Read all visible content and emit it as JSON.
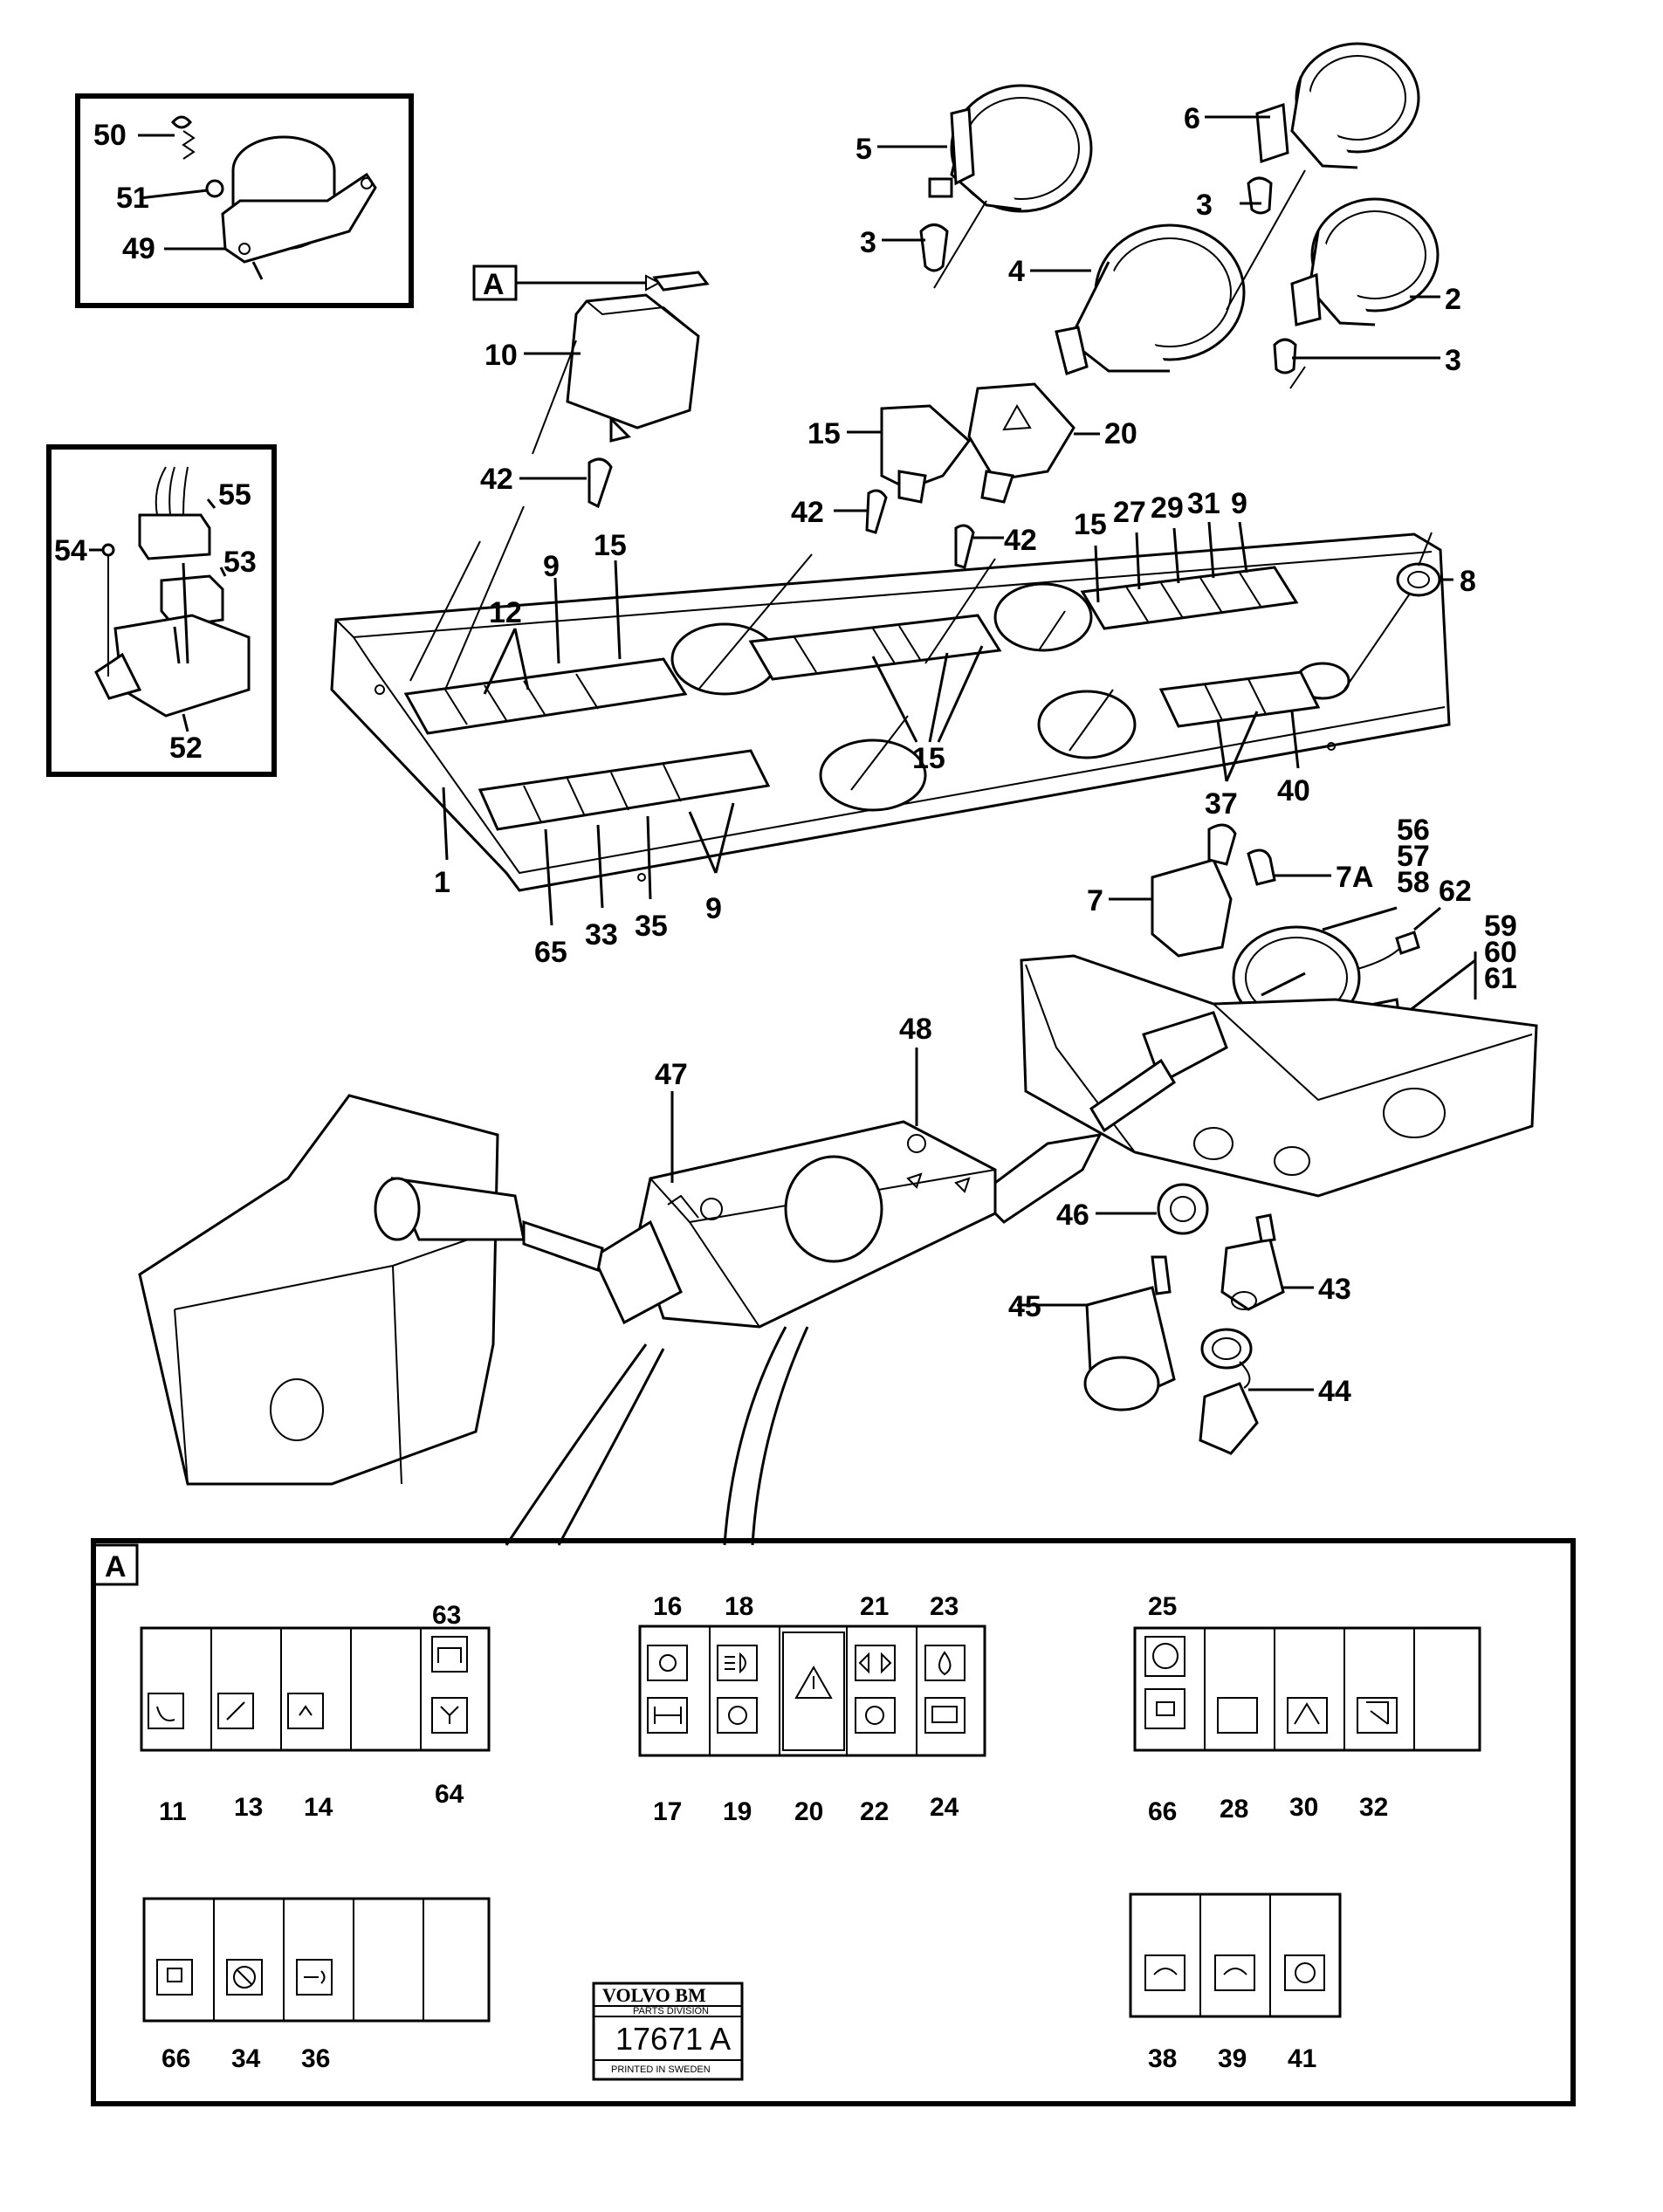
{
  "callouts": {
    "n1": "1",
    "n2": "2",
    "n3": "3",
    "n4": "4",
    "n5": "5",
    "n6": "6",
    "n7": "7",
    "n7a": "7A",
    "n8": "8",
    "n9": "9",
    "n10": "10",
    "n12": "12",
    "n15": "15",
    "n20": "20",
    "n27": "27",
    "n29": "29",
    "n31": "31",
    "n33": "33",
    "n35": "35",
    "n37": "37",
    "n40": "40",
    "n42": "42",
    "n43": "43",
    "n44": "44",
    "n45": "45",
    "n46": "46",
    "n47": "47",
    "n48": "48",
    "n49": "49",
    "n50": "50",
    "n51": "51",
    "n52": "52",
    "n53": "53",
    "n54": "54",
    "n55": "55",
    "n56": "56",
    "n57": "57",
    "n58": "58",
    "n59": "59",
    "n60": "60",
    "n61": "61",
    "n62": "62",
    "n65": "65"
  },
  "detail_ref": "A",
  "panel_a": {
    "label": "A",
    "n11": "11",
    "n13": "13",
    "n14": "14",
    "n63": "63",
    "n64": "64",
    "n16": "16",
    "n17": "17",
    "n18": "18",
    "n19": "19",
    "n20": "20",
    "n21": "21",
    "n22": "22",
    "n23": "23",
    "n24": "24",
    "n25": "25",
    "n66": "66",
    "n28": "28",
    "n30": "30",
    "n32": "32",
    "n66b": "66",
    "n34": "34",
    "n36": "36",
    "n38": "38",
    "n39": "39",
    "n41": "41"
  },
  "logo": {
    "brand": "VOLVO BM",
    "division": "PARTS DIVISION",
    "number": "17671 A",
    "origin": "PRINTED IN SWEDEN"
  },
  "icons": [
    "bulb-icon",
    "warning-triangle-icon",
    "headlight-icon",
    "turn-signal-icon",
    "brake-icon",
    "battery-icon",
    "oil-icon",
    "wiper-icon",
    "horn-icon",
    "work-light-icon"
  ]
}
